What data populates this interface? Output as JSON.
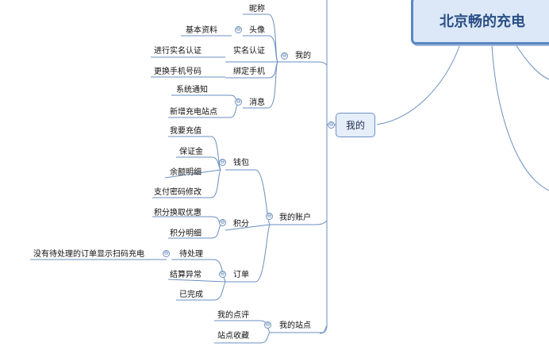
{
  "root": {
    "title": "北京畅的充电"
  },
  "branch": {
    "label": "我的"
  },
  "nodes": {
    "wode": "我的",
    "nicheng": "昵称",
    "touxiang": "头像",
    "jibenziliao": "基本资料",
    "shimingrenzheng": "实名认证",
    "jinxingshiming": "进行实名认证",
    "bangdingshouji": "绑定手机",
    "genghuanshouji": "更换手机号码",
    "xiaoxi": "消息",
    "xitongtongzhi": "系统通知",
    "xinzengzhandian": "新增充电站点",
    "wodezhanghu": "我的账户",
    "qianbao": "钱包",
    "woyaochongzhi": "我要充值",
    "baozhengjin": "保证金",
    "yuemingxi": "余额明细",
    "zhifumima": "支付密码修改",
    "jifen": "积分",
    "jifenhuanqu": "积分换取优惠",
    "jifenmingxi": "积分明细",
    "dingdan": "订单",
    "daichuli": "待处理",
    "meiyoudaichuli": "没有待处理的订单显示扫码充电",
    "jiesuanyichang": "结算异常",
    "yiwancheng": "已完成",
    "wodezhandian": "我的站点",
    "wodedianping": "我的点评",
    "zhandianshoucang": "站点收藏"
  },
  "toggle_symbol": "⊖",
  "colors": {
    "line": "#6a8fc0",
    "root_border": "#5b86c2",
    "root_fill": "#dce8f7"
  }
}
